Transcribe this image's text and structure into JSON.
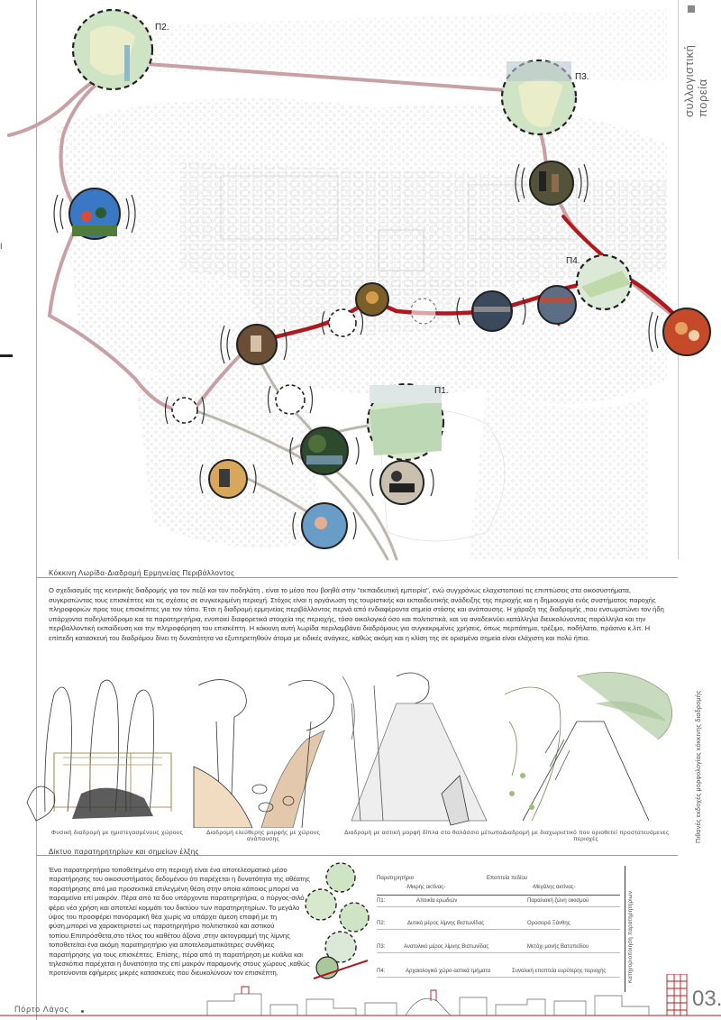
{
  "side_title": "συλλογιστική πορεία",
  "map_labels": {
    "p1": "Π1.",
    "p2": "Π2.",
    "p3": "Π3.",
    "p4": "Π4."
  },
  "left_letter": "ι",
  "section1": {
    "title": "Κόκκινη Λωρίδα-Διαδρομή Ερμηνείας Περιβάλλοντος",
    "body": "Ο σχεδιασμός της κεντρικής διαδρομής για τον πεζό και τον ποδηλάτη , είναι το μέσο που βοηθά στην \"εκπαιδευτική εμπειρία\", ενώ συγχρόνως ελαχιστοποιεί τις επιπτώσεις στα οικοσυστήματα, συγκρατώντας τους επισκέπτες και τις σχέσεις σε συγκεκριμένη περιοχή. Στόχος είναι η οργάνωση της τουριστικής και εκπαιδευτικής ανάδειξης της περιοχής και η δημιουργία ενός συστήματος παροχής πληροφοριών προς τους επισκέπτες για τον τόπο. Έτσι η διαδρομή ερμηνείας περιβάλλοντος περνά από ενδιαφέροντα σημεία στάσης και ανάπαυσης. Η χάραξη της διαδρομής ,που ενσωματώνει τον ήδη υπάρχοντα ποδηλατόδρομο και τα παρατηρητήρια, ενοποιεί διαφορετικά στοιχεία της περιοχής, τόσο οικολογικά όσο και πολιτιστικά, και να αναδεικνύει κατάλληλα διευκολύνοντας παράλληλα και την περιβαλλοντική εκπαίδευση και την πληροφόρηση του επισκέπτη. Η κόκκινη αυτή λωρίδα περιλαμβάνει διαδρόμους για συγκεκριμένες χρήσεις, όπως περπάτημα, τρέξιμο, ποδήλατο, πράσινο κ.λπ. Η επίπεδη κατασκευή του διαδρόμου δίνει τη δυνατότητα να εξυπηρετηθούν άτομα με ειδικές ανάγκες, καθώς ακόμη και η κλίση της σε ορισμένα σημεία είναι ελάχιστη και πολύ ήπια."
  },
  "sketch_captions": [
    "Φυσική διαδρομή με ημιστεγασμένους χώρους",
    "Διαδρομή ελεύθερης μορφής με χώρους ανάπαυσης",
    "Διαδρομή με αστική μορφή δίπλα στο θαλάσσιο μέτωπο",
    "Διαδρομή με διαχωριστικό που οριοθετεί προστατευόμενες περιοχές"
  ],
  "sketch_side_caption": "Πιθανές εκδοχές μορφολογίας κόκκινης διαδρομής",
  "section2": {
    "title": "Δίκτυο παρατηρητηρίων και σημείων έλξης",
    "body": "Ένα παρατηρητήριο τοποθετημένο στη περιοχή είναι ένα αποτελεσματικό μέσο παρατήρησης του οικοσυστήματος δεδομένου ότι παρέχεται η δυνατότητα της αθέατης παρατήρησης από μια προσεκτικά επιλεγμένη θέση στην οποία κάποιος μπορεί να παραμείνει επί μακρόν. Πέρα από τα δυο υπάρχοντα παρατηρητήρια, ο πύργος-σιλό φέρει νέα χρήση και αποτελεί κομμάτι του δικτύου των παρατηρητηρίων. Το μεγάλο ύψος του προσφέρει πανοραμική θέα χωρίς να υπάρχει άμεση επαφή με τη φύση,μπορεί να χαρακτηριστεί ως παρατηρητήριο πολιτιστικού και αστικού τοπίου.Επιπρόσθετα,στο τέλος του καθέτου άξονα ,στην ακτογραμμή της λίμνης τοποθετείται ένα ακόμη παρατηρητήριο για αποτελεσματικότερες συνθήκες παρατήρησης για τους επισκέπτες. Επίσης, πέρα από τη παρατήρηση με κυάλια και τηλεσκόπια παρέχεται η δυνατότητα της επί μακρόν παραμονής στους χώρους ,καθώς προτείνονται εφήμερες μικρές κατασκευές που διευκολύνουν τον επισκέπτη."
  },
  "table": {
    "header_col1": "Παρατηρητήριο",
    "header_col2": "Εποπτεία πεδίου",
    "sub_small": "-Μικρής ακτίνας-",
    "sub_large": "-Μεγάλης ακτίνας-",
    "side_label": "Κατηγοριοποίηση παρατηρητηρίων",
    "rows": [
      {
        "id": "Π1:",
        "small": "Αποικία ερωδιών",
        "large": "Παραλιακή ζώνη οικισμού"
      },
      {
        "id": "Π2:",
        "small": "Δυτικό μέρος λίμνης Βιστωνίδας",
        "large": "Οροσειρά Ξάνθης"
      },
      {
        "id": "Π3:",
        "small": "Ανατολικό μέρος λίμνης Βιστωνίδας",
        "large": "Μετόχι μονής Βατοπεδίου"
      },
      {
        "id": "Π4:",
        "small": "Αρχαιολογικό χώρο-αστικά τμήματα",
        "large": "Συνολική εποπτεία ευρύτερης περιοχής"
      }
    ]
  },
  "page_number": "03.",
  "place_name": "Πόρτο Λάγος",
  "colors": {
    "red_route": "#b3171e",
    "pink_route": "#c9a0a3",
    "grey_path": "#bdb6ae",
    "photo_green": "#cfe3c5",
    "dark": "#222222"
  }
}
